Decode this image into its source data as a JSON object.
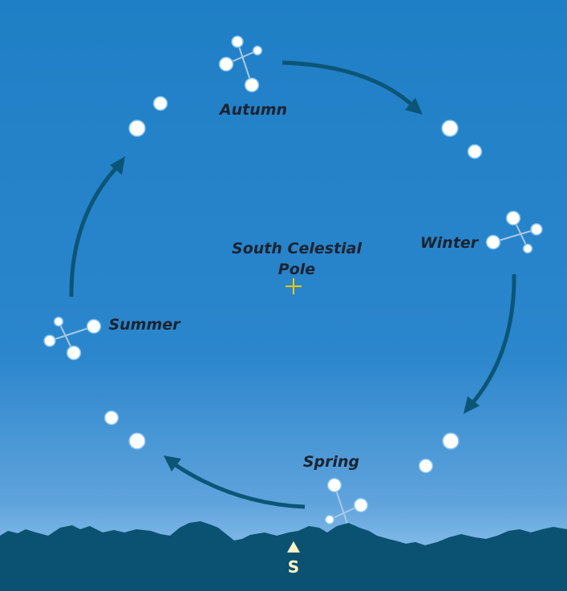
{
  "labels": {
    "autumn": "Autumn",
    "winter": "Winter",
    "spring": "Spring",
    "summer": "Summer",
    "pole_line1": "South Celestial",
    "pole_line2": "Pole",
    "direction": "S"
  },
  "colors": {
    "sky_top": "#1f7fc6",
    "sky_horizon": "#94c6ee",
    "arrow": "#0b5577",
    "ground": "#0b5272",
    "pole_marker": "#f4c800",
    "direction_marker": "#fff6c8"
  }
}
